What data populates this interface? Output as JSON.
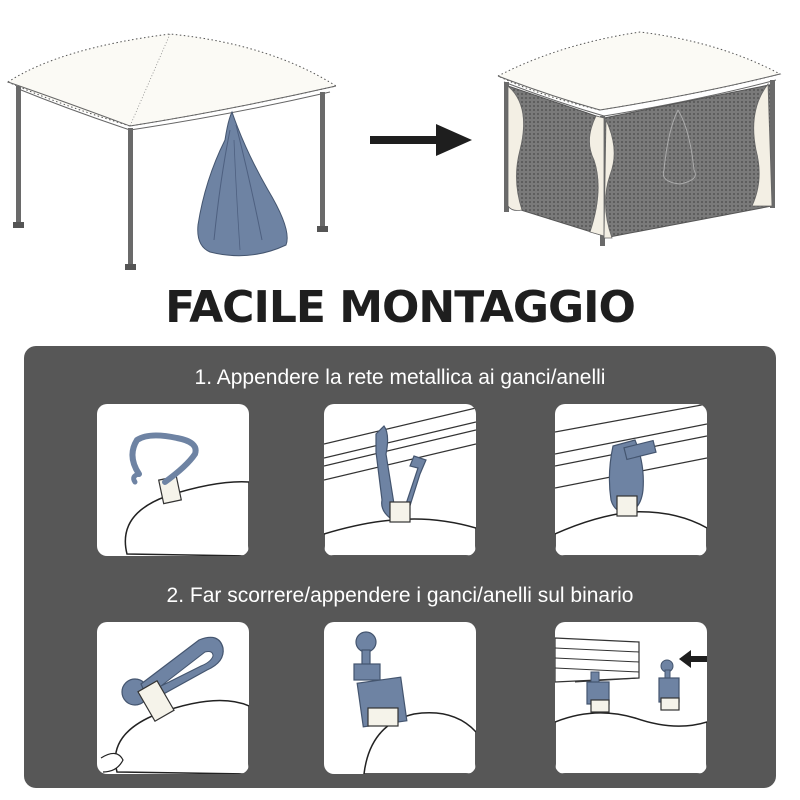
{
  "title": "FACILE MONTAGGIO",
  "steps": [
    {
      "label": "1. Appendere la rete metallica ai ganci/anelli",
      "illustrations": [
        "hook-icon",
        "hook-on-rail-icon",
        "ring-clamped-on-rail-icon"
      ]
    },
    {
      "label": "2. Far scorrere/appendere i ganci/anelli sul binario",
      "illustrations": [
        "slider-clip-icon",
        "slider-knob-icon",
        "slider-insert-track-icon"
      ]
    }
  ],
  "colors": {
    "accent_blue": "#6e83a3",
    "panel_gray": "#575757",
    "title_dark": "#1e1e1e",
    "net_gray": "#6a6a6a"
  },
  "top_illustration": {
    "left": "gazebo-with-bundled-net-icon",
    "arrow": "arrow-right-icon",
    "right": "gazebo-with-net-installed-icon"
  }
}
